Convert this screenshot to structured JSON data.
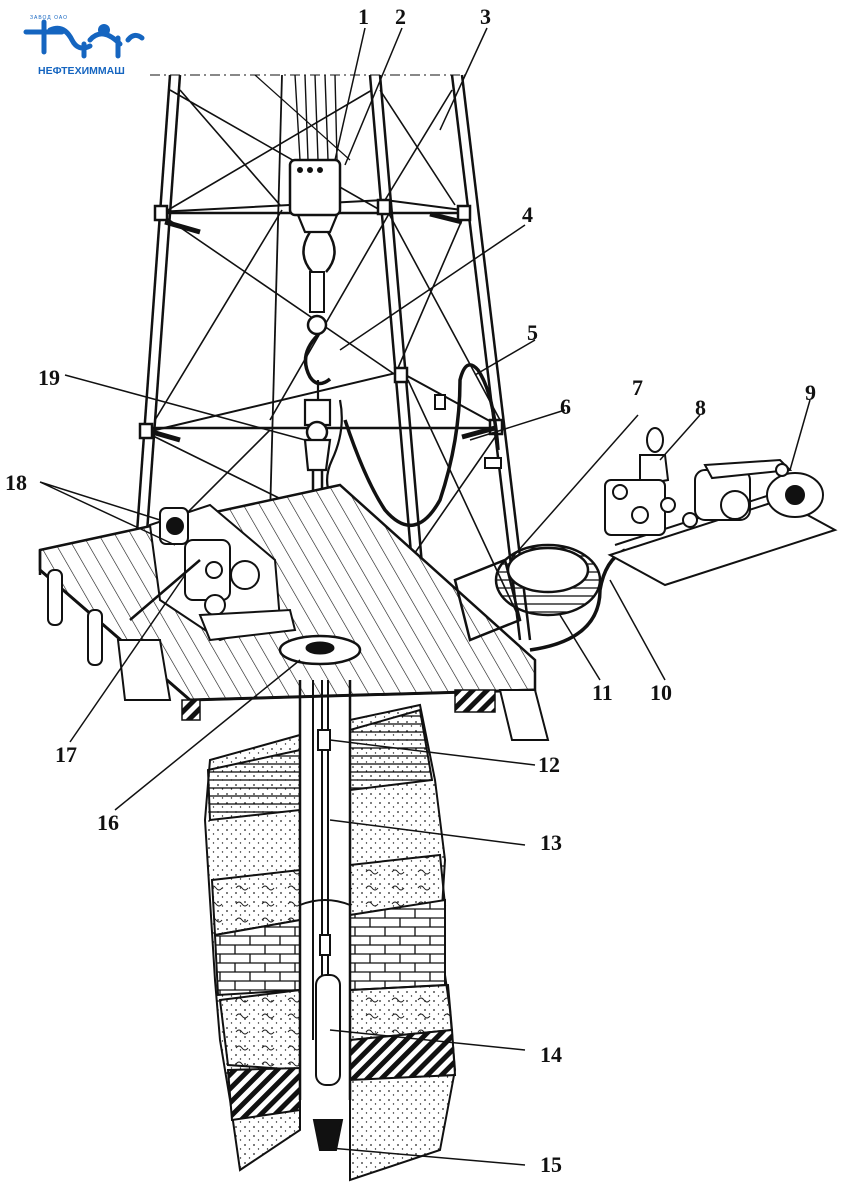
{
  "logo": {
    "top_text": "ЗАВОД ОАО",
    "name": "НЕФТЕХИММАШ",
    "brand_color": "#1565c0"
  },
  "colors": {
    "ink": "#111111",
    "paper": "#ffffff"
  },
  "callouts": [
    {
      "id": "1",
      "label": "1"
    },
    {
      "id": "2",
      "label": "2"
    },
    {
      "id": "3",
      "label": "3"
    },
    {
      "id": "4",
      "label": "4"
    },
    {
      "id": "5",
      "label": "5"
    },
    {
      "id": "6",
      "label": "6"
    },
    {
      "id": "7",
      "label": "7"
    },
    {
      "id": "8",
      "label": "8"
    },
    {
      "id": "9",
      "label": "9"
    },
    {
      "id": "10",
      "label": "10"
    },
    {
      "id": "11",
      "label": "11"
    },
    {
      "id": "12",
      "label": "12"
    },
    {
      "id": "13",
      "label": "13"
    },
    {
      "id": "14",
      "label": "14"
    },
    {
      "id": "15",
      "label": "15"
    },
    {
      "id": "16",
      "label": "16"
    },
    {
      "id": "17",
      "label": "17"
    },
    {
      "id": "18",
      "label": "18"
    },
    {
      "id": "19",
      "label": "19"
    }
  ]
}
